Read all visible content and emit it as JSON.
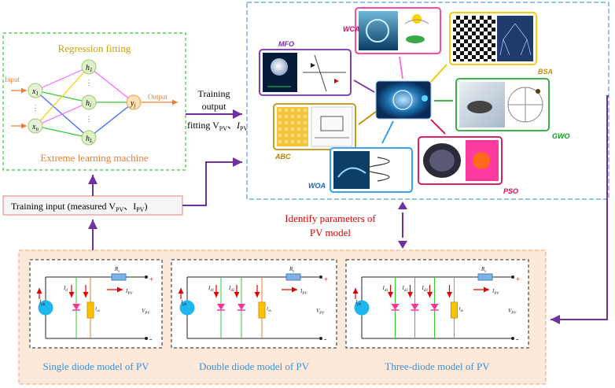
{
  "elm": {
    "title": "Regression fitting",
    "subtitle": "Extreme learning machine",
    "input_label": "Input",
    "output_label": "Output",
    "inputs": [
      "x",
      "x"
    ],
    "input_subs": [
      "1",
      "n"
    ],
    "hidden": [
      "h",
      "h",
      "h"
    ],
    "hidden_subs": [
      "1",
      "i",
      "L"
    ],
    "output": "y",
    "output_sub": "j"
  },
  "training_output": {
    "line1": "Training",
    "line2": "output",
    "line3": "fitting V",
    "line3_sub": "PV",
    "sep": "、",
    "ipv": "I",
    "ipv_sub": "PV"
  },
  "training_input": {
    "text": "Training input (measured V",
    "sub1": "PV",
    "mid": "、I",
    "sub2": "PV",
    "end": ")"
  },
  "identify": {
    "line1": "Identify parameters of",
    "line2": "PV model"
  },
  "algorithms": {
    "wca": "WCA",
    "mfo": "MFO",
    "bsa": "BSA",
    "abc": "ABC",
    "gwo": "GWO",
    "woa": "WOA",
    "pso": "PSO"
  },
  "colors": {
    "purple": "#7030a0",
    "red": "#e00000",
    "elm_border": "#33cc33",
    "panel_border": "#5b9bd5",
    "model_bg": "#fde9d9",
    "model_text": "#3a8fd8"
  },
  "models": [
    {
      "title": "Single diode model of PV",
      "iph": "I",
      "iph_sub": "ph",
      "diodes": [
        {
          "i": "I",
          "sub": "d"
        }
      ],
      "ish": "I",
      "ish_sub": "sh",
      "rs": "R",
      "rs_sub": "s",
      "ipv": "I",
      "ipv_sub": "PV",
      "vpv": "V",
      "vpv_sub": "PV",
      "plus": "+",
      "minus": "-"
    },
    {
      "title": "Double diode model of PV",
      "iph": "I",
      "iph_sub": "ph",
      "diodes": [
        {
          "i": "I",
          "sub": "d1"
        },
        {
          "i": "I",
          "sub": "d2"
        }
      ],
      "ish": "I",
      "ish_sub": "sh",
      "rs": "R",
      "rs_sub": "s",
      "ipv": "I",
      "ipv_sub": "PV",
      "vpv": "V",
      "vpv_sub": "PV",
      "plus": "+",
      "minus": "-"
    },
    {
      "title": "Three-diode model of PV",
      "iph": "I",
      "iph_sub": "ph",
      "diodes": [
        {
          "i": "I",
          "sub": "d1"
        },
        {
          "i": "I",
          "sub": "d2"
        },
        {
          "i": "I",
          "sub": "d3"
        }
      ],
      "ish": "I",
      "ish_sub": "sh",
      "rs": "R",
      "rs_sub": "s",
      "ipv": "I",
      "ipv_sub": "PV",
      "vpv": "V",
      "vpv_sub": "PV",
      "plus": "+",
      "minus": "-"
    }
  ]
}
